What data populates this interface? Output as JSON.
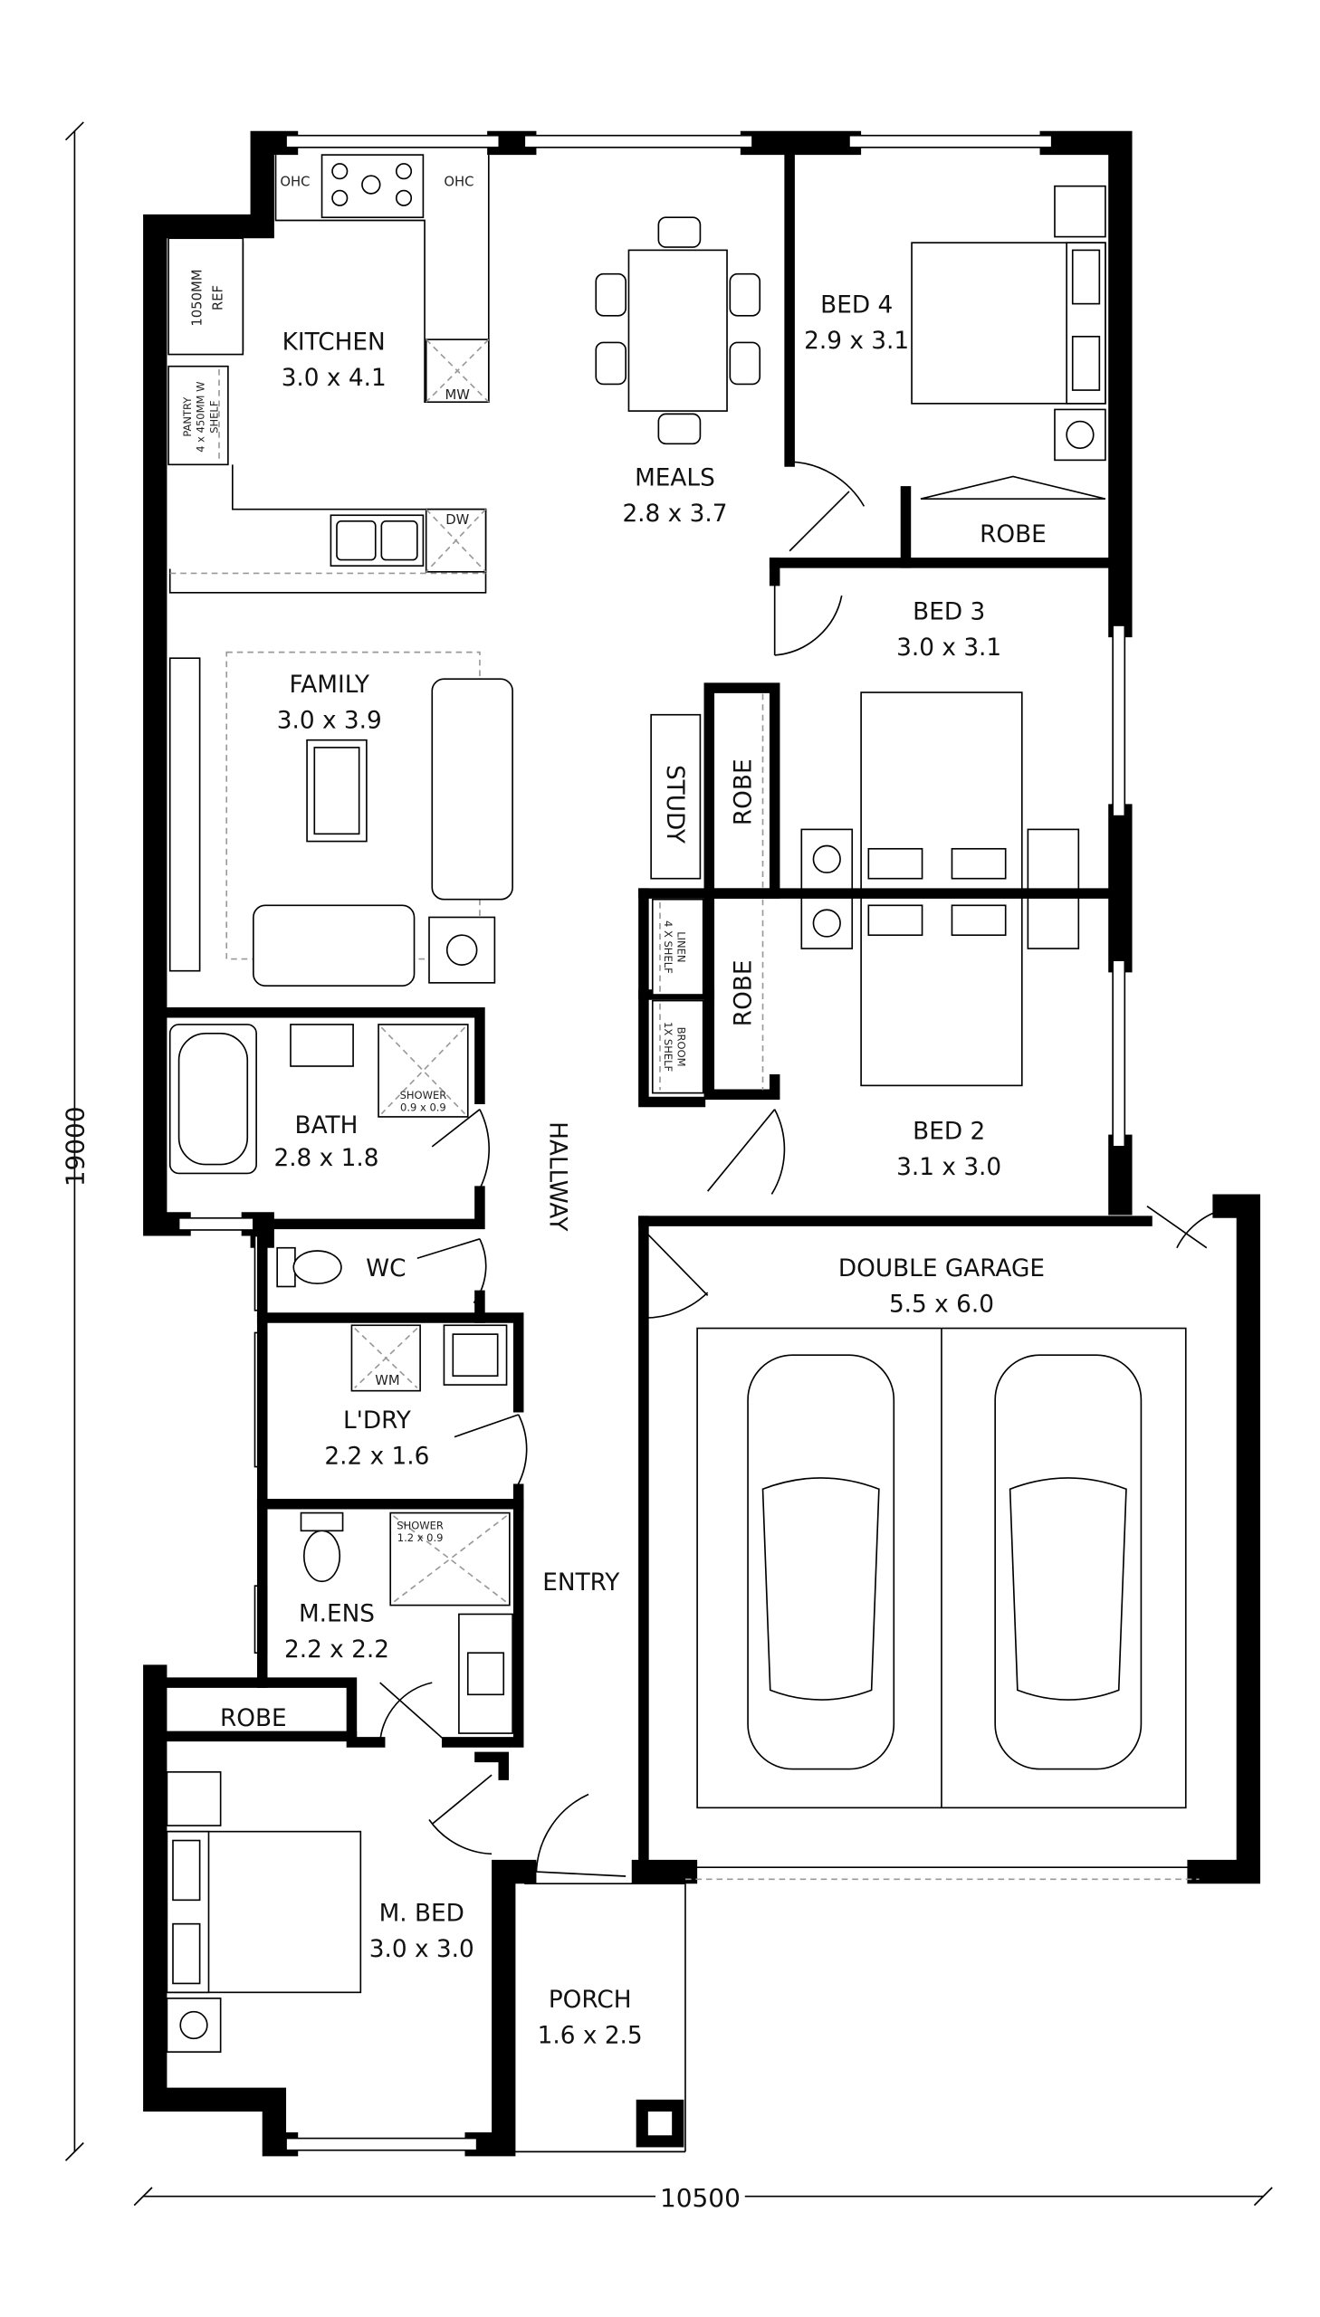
{
  "plan": {
    "dimensions": {
      "height": "19000",
      "width": "10500"
    },
    "rooms": {
      "kitchen": {
        "name": "KITCHEN",
        "size": "3.0 x 4.1"
      },
      "meals": {
        "name": "MEALS",
        "size": "2.8 x 3.7"
      },
      "bed4": {
        "name": "BED 4",
        "size": "2.9 x 3.1"
      },
      "bed4_robe": {
        "name": "ROBE"
      },
      "bed3": {
        "name": "BED 3",
        "size": "3.0 x 3.1"
      },
      "family": {
        "name": "FAMILY",
        "size": "3.0 x 3.9"
      },
      "study": {
        "name": "STUDY"
      },
      "bed3_robe": {
        "name": "ROBE"
      },
      "bed2_robe": {
        "name": "ROBE"
      },
      "bath": {
        "name": "BATH",
        "size": "2.8 x 1.8"
      },
      "hallway": {
        "name": "HALLWAY"
      },
      "bed2": {
        "name": "BED 2",
        "size": "3.1 x 3.0"
      },
      "wc": {
        "name": "WC"
      },
      "garage": {
        "name": "DOUBLE GARAGE",
        "size": "5.5 x 6.0"
      },
      "laundry": {
        "name": "L'DRY",
        "size": "2.2 x 1.6"
      },
      "entry": {
        "name": "ENTRY"
      },
      "ensuite": {
        "name": "M.ENS",
        "size": "2.2 x 2.2"
      },
      "master_robe": {
        "name": "ROBE"
      },
      "master_bed": {
        "name": "M. BED",
        "size": "3.0 x 3.0"
      },
      "porch": {
        "name": "PORCH",
        "size": "1.6 x 2.5"
      }
    },
    "fixtures": {
      "ohc_left": "OHC",
      "ohc_right": "OHC",
      "microwave": "MW",
      "dishwasher": "DW",
      "fridge": [
        "1050MM",
        "REF"
      ],
      "pantry": [
        "PANTRY",
        "4 x 450MM W",
        "SHELF"
      ],
      "bath_shower": [
        "SHOWER",
        "0.9 x 0.9"
      ],
      "washing_machine": "WM",
      "ensuite_shower": [
        "SHOWER",
        "1.2 x 0.9"
      ],
      "linen": [
        "LINEN",
        "4 X SHELF"
      ],
      "broom": [
        "BROOM",
        "1X SHELF"
      ]
    }
  }
}
